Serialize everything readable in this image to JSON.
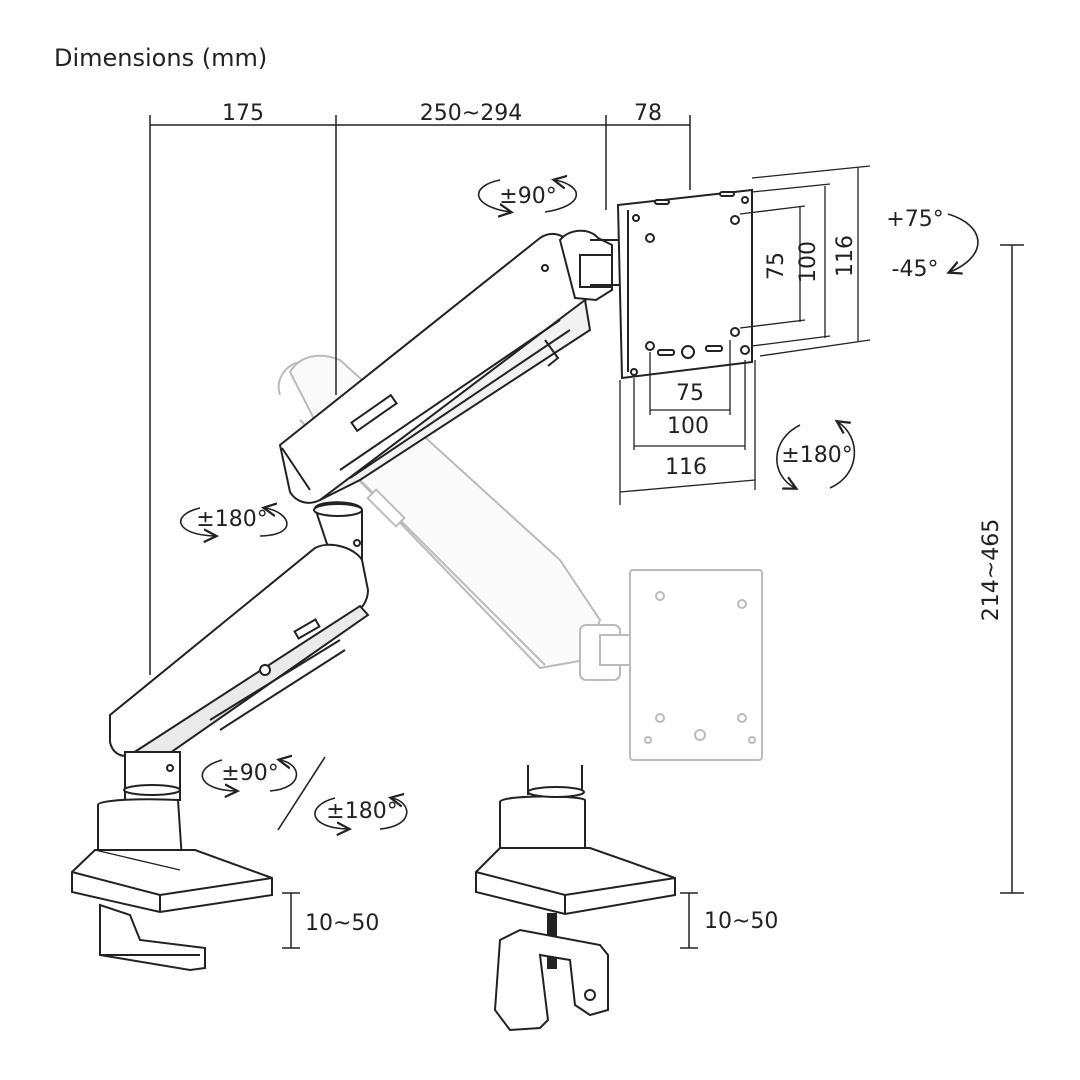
{
  "title": "Dimensions (mm)",
  "dims": {
    "top_left": "175",
    "top_mid": "250~294",
    "top_right": "78",
    "vesa_v75": "75",
    "vesa_v100": "100",
    "vesa_v116": "116",
    "vesa_h75": "75",
    "vesa_h100": "100",
    "vesa_h116": "116",
    "height": "214~465",
    "clamp_left": "10~50",
    "clamp_right": "10~50"
  },
  "rotations": {
    "top_swivel": "±90°",
    "tilt_up": "+75°",
    "tilt_down": "-45°",
    "mid_joint": "±180°",
    "rotate_plate": "±180°",
    "base_swivel": "±90°",
    "base_rotate": "±180°"
  },
  "colors": {
    "line": "#222222",
    "ghost": "#bbbbbb",
    "fill": "#ffffff",
    "shade": "#e8e8e8"
  }
}
